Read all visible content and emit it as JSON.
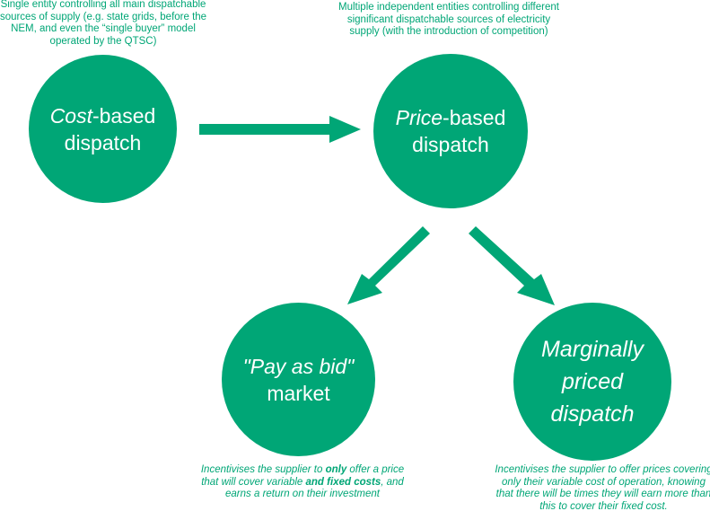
{
  "colors": {
    "accent": "#00a676",
    "background": "#ffffff",
    "node_text": "#ffffff"
  },
  "captions": {
    "cost": "Single entity controlling all main dispatchable sources of supply (e.g. state grids, before the NEM, and even the “single buyer” model operated by the QTSC)",
    "price": "Multiple independent entities controlling different significant dispatchable sources of electricity supply (with the introduction of competition)",
    "paybid": {
      "p1": "Incentivises the supplier to ",
      "b1": "only",
      "p2": " offer a price that will cover variable ",
      "b2": "and fixed costs",
      "p3": ", and earns a return on their investment"
    },
    "marginal": "Incentivises the supplier to offer prices covering only their variable cost of operation, knowing that there will be times they will earn more than this to cover their fixed cost."
  },
  "nodes": {
    "cost": {
      "italic": "Cost",
      "rest": "-based",
      "line2": "dispatch"
    },
    "price": {
      "italic": "Price",
      "rest": "-based",
      "line2": "dispatch"
    },
    "paybid": {
      "line1": "\"Pay as bid\"",
      "line2": "market"
    },
    "marginal": {
      "line1": "Marginally",
      "line2": "priced",
      "line3": "dispatch"
    }
  },
  "arrows": [
    {
      "from": "cost",
      "to": "price",
      "icon": "arrow-right-icon"
    },
    {
      "from": "price",
      "to": "paybid",
      "icon": "arrow-down-left-icon"
    },
    {
      "from": "price",
      "to": "marginal",
      "icon": "arrow-down-right-icon"
    }
  ]
}
